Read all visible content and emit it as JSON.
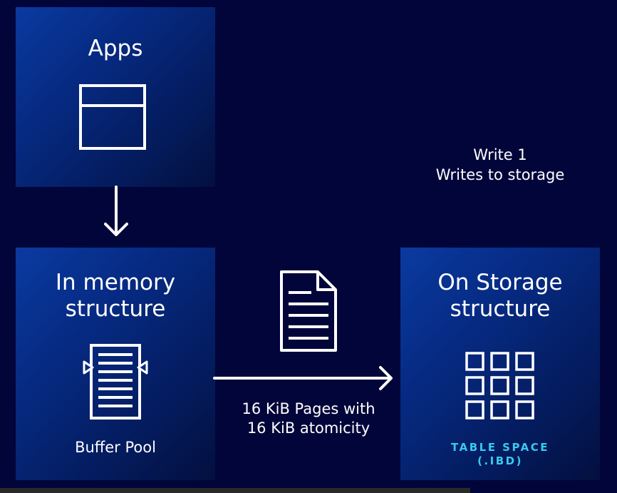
{
  "apps_box": {
    "title": "Apps",
    "icon": "app-window-icon"
  },
  "memory_box": {
    "title_line1": "In memory",
    "title_line2": "structure",
    "icon": "buffer-pool-icon",
    "caption": "Buffer Pool"
  },
  "storage_box": {
    "title_line1": "On Storage",
    "title_line2": "structure",
    "icon": "table-grid-icon",
    "label_line1": "TABLE SPACE",
    "label_line2": "(.IBD)"
  },
  "write_note": {
    "line1": "Write 1",
    "line2": "Writes to storage"
  },
  "page_transfer": {
    "icon": "document-icon",
    "line1": "16 KiB Pages with",
    "line2": "16 KiB atomicity"
  },
  "colors": {
    "background": "#02053a",
    "box_gradient_start": "#0a3aa0",
    "box_gradient_end": "#030f3e",
    "accent_label": "#39c9f0",
    "text": "#ffffff"
  }
}
